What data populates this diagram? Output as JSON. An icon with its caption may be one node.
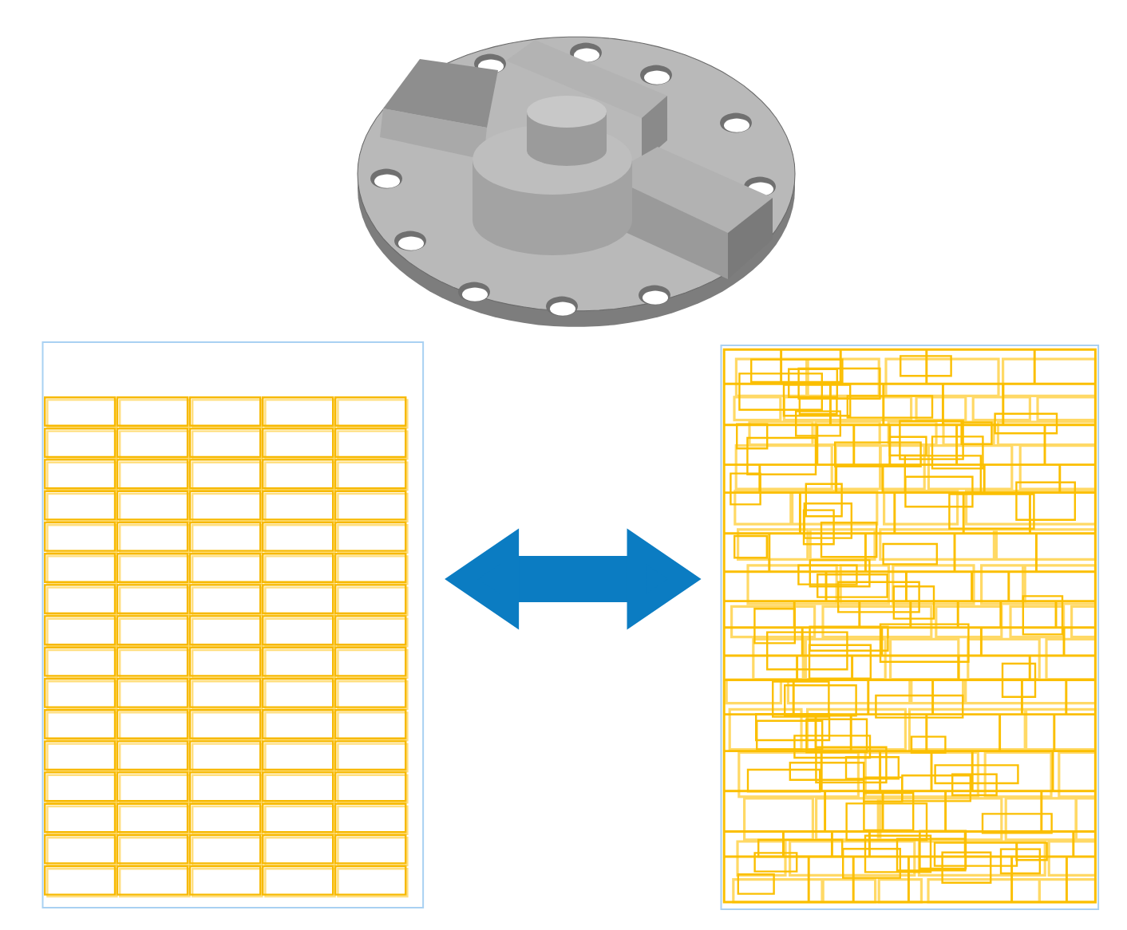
{
  "diagram": {
    "nodes": [
      {
        "text": [],
        "shape": "picture"
      },
      {
        "text": [],
        "shape": "box"
      },
      {
        "text": [],
        "shape": "box"
      }
    ],
    "edges": [
      {
        "from": 1,
        "to": 2,
        "arrow": "both"
      }
    ]
  }
}
